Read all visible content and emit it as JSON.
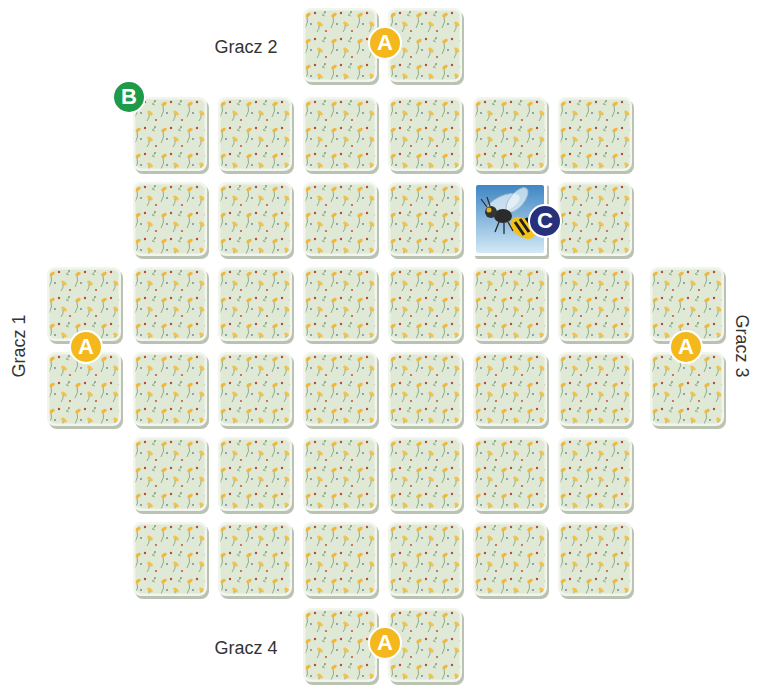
{
  "diagram": {
    "nodes": [
      {
        "text": [
          "A"
        ]
      },
      {
        "text": [
          "B"
        ]
      },
      {
        "text": [
          "C"
        ]
      },
      {
        "text": [
          "A"
        ]
      },
      {
        "text": [
          "A"
        ]
      },
      {
        "text": [
          "A"
        ]
      }
    ],
    "labels": [
      "Gracz 2",
      "Gracz 1",
      "Gracz 3",
      "Gracz 4"
    ]
  }
}
